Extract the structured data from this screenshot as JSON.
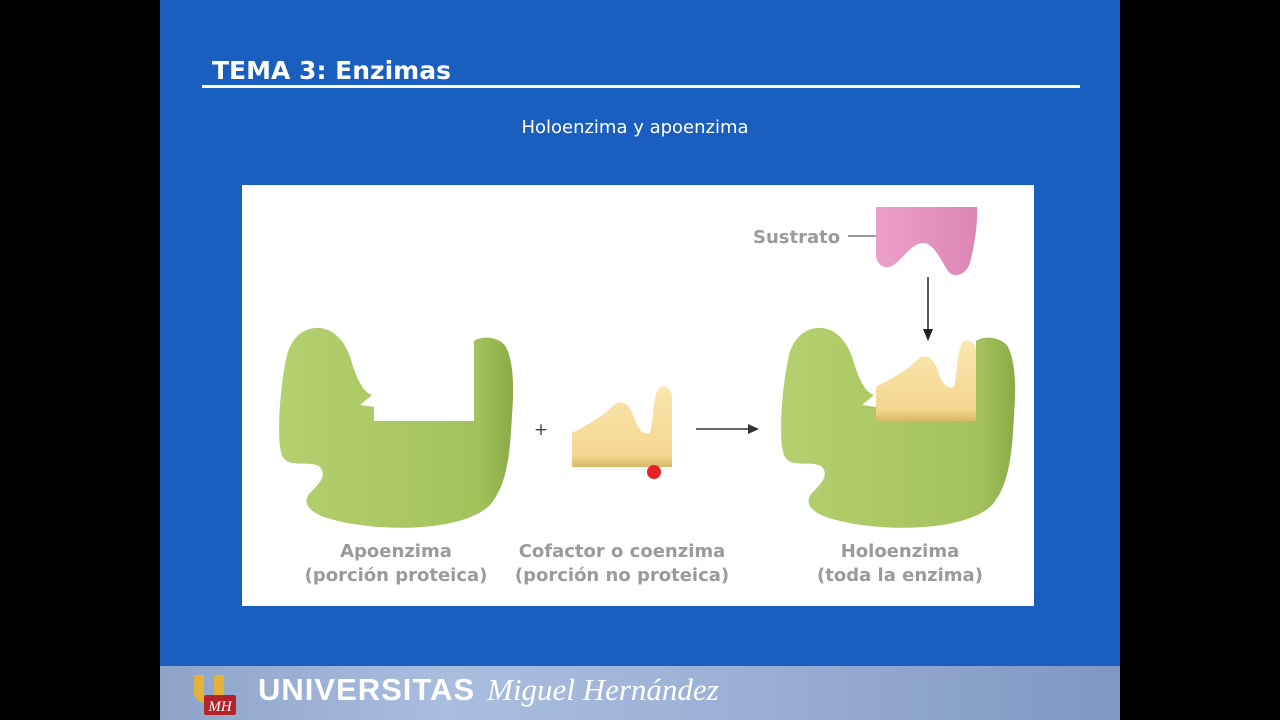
{
  "slide": {
    "title": "TEMA 3: Enzimas",
    "subtitle": "Holoenzima y apoenzima"
  },
  "diagram": {
    "plus_sign": "+",
    "substrate_label": "Sustrato",
    "apoenzyme": {
      "name": "Apoenzima",
      "description": "(porción proteica)"
    },
    "cofactor": {
      "name": "Cofactor o coenzima",
      "description": "(porción no proteica)"
    },
    "holoenzyme": {
      "name": "Holoenzima",
      "description": "(toda la enzima)"
    },
    "colors": {
      "protein": "#a8c663",
      "cofactor": "#f7dc9a",
      "substrate": "#e79ac4",
      "pointer_dot": "#e8202a",
      "label": "#9a9a9a"
    }
  },
  "footer": {
    "institution_caps": "UNIVERSITAS",
    "institution_name": "Miguel Hernández",
    "logo_icon": "umh-logo-icon"
  }
}
